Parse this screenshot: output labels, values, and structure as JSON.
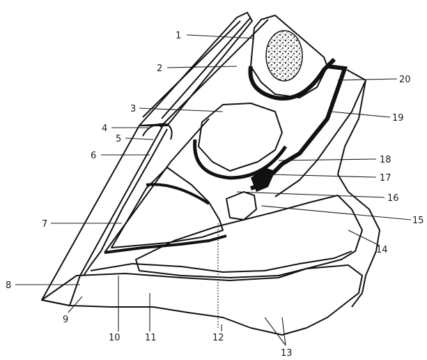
{
  "labels": {
    "l1": "1",
    "l2": "2",
    "l3": "3",
    "l4": "4",
    "l5": "5",
    "l6": "6",
    "l7": "7",
    "l8": "8",
    "l9": "9",
    "l10": "10",
    "l11": "11",
    "l12": "12",
    "l13": "13",
    "l14": "14",
    "l15": "15",
    "l16": "16",
    "l17": "17",
    "l18": "18",
    "l19": "19",
    "l20": "20"
  }
}
